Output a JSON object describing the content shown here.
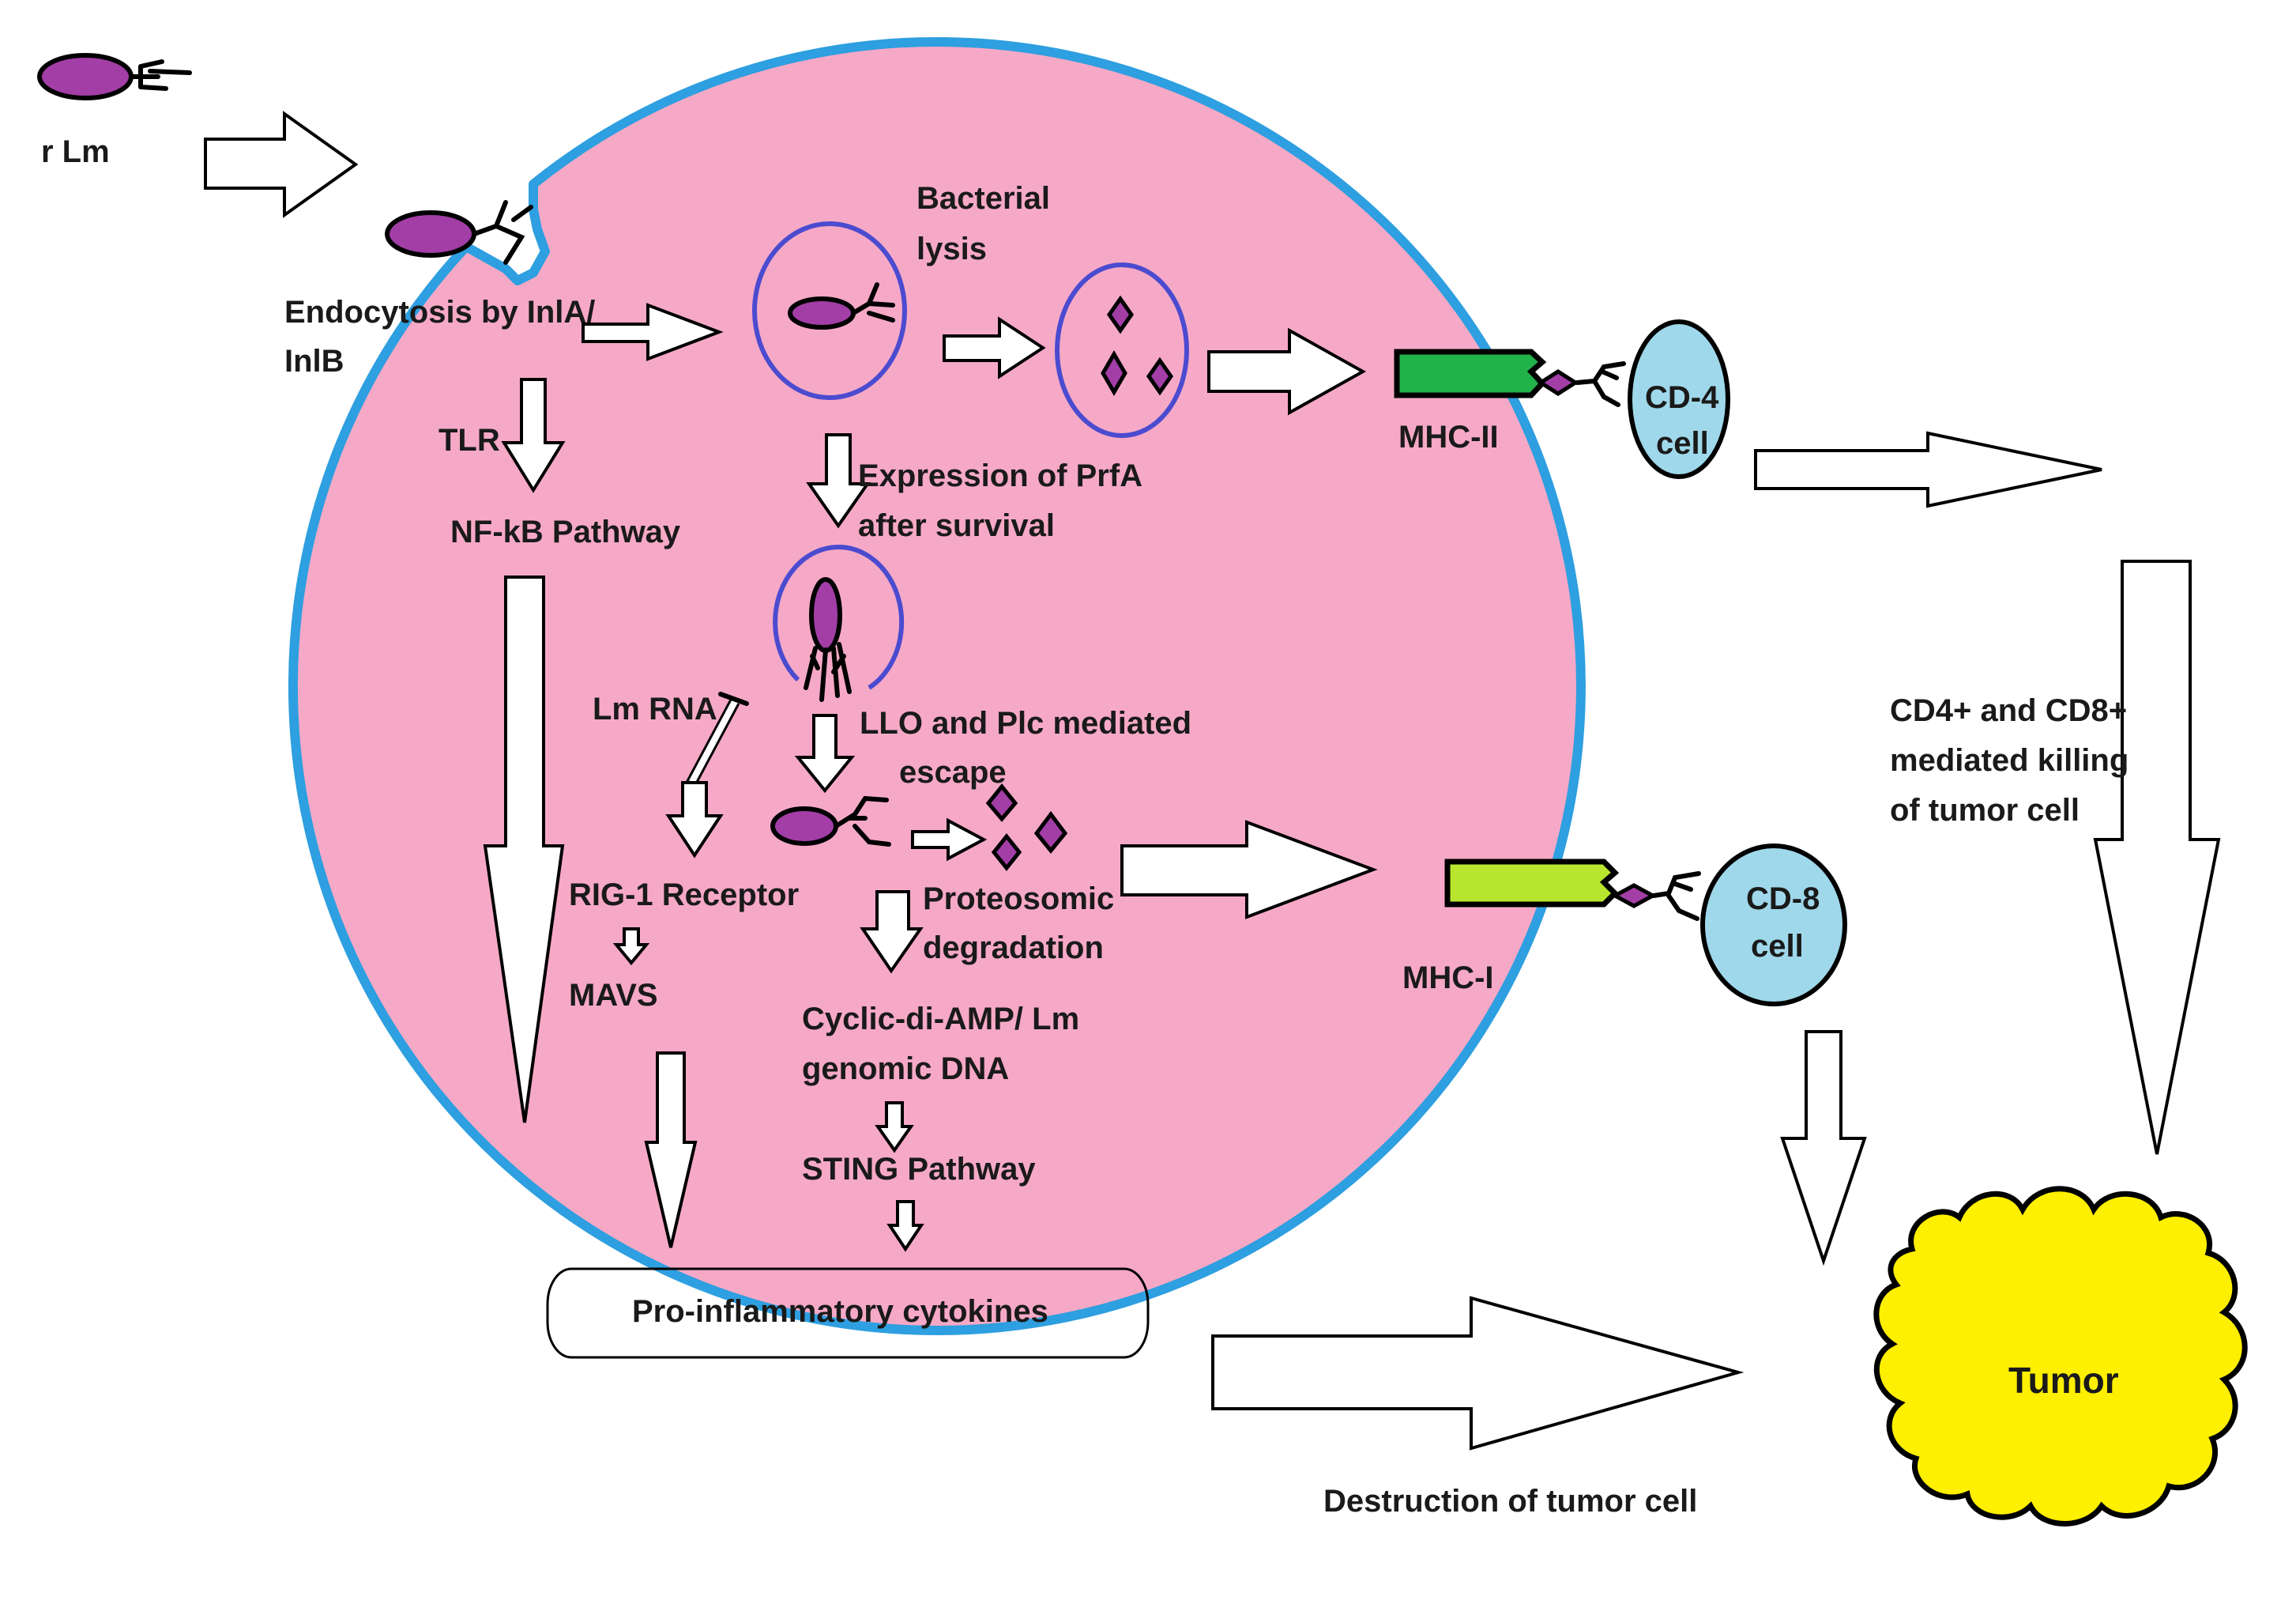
{
  "labels": {
    "r_lm": "r Lm",
    "endocytosis_1": "Endocytosis by InlA/",
    "endocytosis_2": "InlB",
    "bacterial_lysis_1": "Bacterial",
    "bacterial_lysis_2": "lysis",
    "tlr": "TLR",
    "nfkb": "NF-kB Pathway",
    "prfa_1": "Expression of PrfA",
    "prfa_2": "after survival",
    "lm_rna": "Lm RNA",
    "llo_1": "LLO and Plc mediated",
    "llo_2": "escape",
    "rig1": "RIG-1 Receptor",
    "mavs": "MAVS",
    "proteosomic_1": "Proteosomic",
    "proteosomic_2": "degradation",
    "cyclic_1": "Cyclic-di-AMP/ Lm",
    "cyclic_2": "genomic DNA",
    "sting": "STING Pathway",
    "cytokines": "Pro-inflammatory cytokines",
    "mhc2": "MHC-II",
    "cd4_1": "CD-4",
    "cd4_2": "cell",
    "mhc1": "MHC-I",
    "cd8_1": "CD-8",
    "cd8_2": "cell",
    "killing_1": "CD4+ and CD8+",
    "killing_2": "mediated killing",
    "killing_3": "of tumor cell",
    "destruction": "Destruction of tumor cell",
    "tumor": "Tumor"
  },
  "colors": {
    "cell_fill": "#f6a9c6",
    "cell_border": "#2e9fe0",
    "vacuole_border": "#4b4bd0",
    "bacterium": "#a23ea6",
    "mhc2": "#22b24a",
    "mhc1": "#b8e62e",
    "tcell": "#9fd8ea",
    "tumor": "#ffef00"
  }
}
